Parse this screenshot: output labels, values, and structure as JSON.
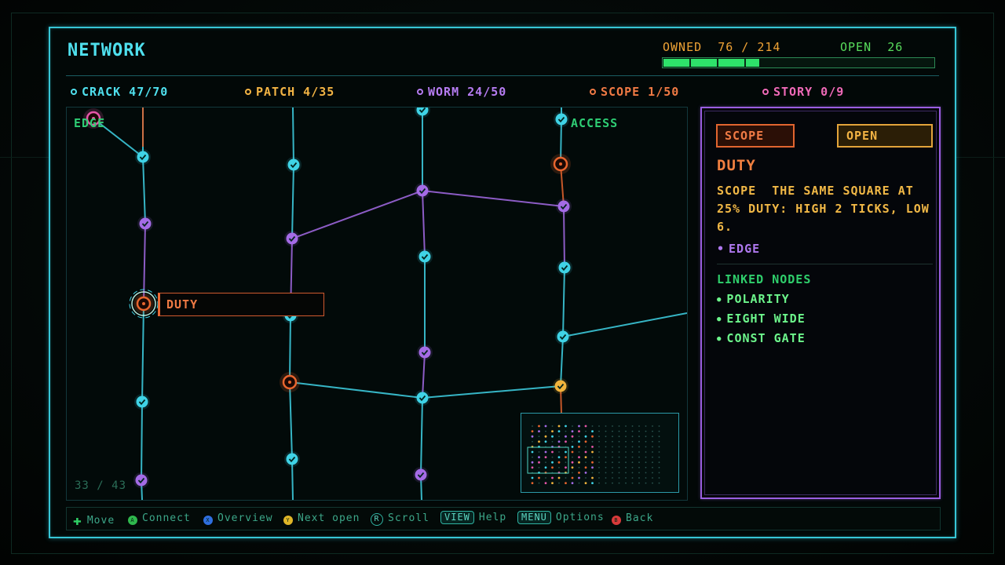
{
  "header": {
    "title": "NETWORK",
    "owned_label": "OWNED",
    "owned_value": "76 / 214",
    "owned_count": 76,
    "owned_total": 214,
    "open_label": "OPEN",
    "open_value": "26"
  },
  "categories": [
    {
      "label": "CRACK 47/70",
      "color": "#4fe0ee"
    },
    {
      "label": "PATCH 4/35",
      "color": "#f3b444"
    },
    {
      "label": "WORM 24/50",
      "color": "#b67cf2"
    },
    {
      "label": "SCOPE 1/50",
      "color": "#f07a44"
    },
    {
      "label": "STORY 0/9",
      "color": "#f06ab8"
    }
  ],
  "map": {
    "labels": {
      "edge": "EDGE",
      "access": "ACCESS"
    },
    "page_count": "33 / 43",
    "tooltip": "DUTY"
  },
  "detail": {
    "type_button": "SCOPE",
    "status_button": "OPEN",
    "node_name": "DUTY",
    "description": "SCOPE  THE SAME SQUARE AT 25% DUTY: HIGH 2 TICKS, LOW 6.",
    "tag": "EDGE",
    "linked_title": "LINKED NODES",
    "linked_nodes": [
      "POLARITY",
      "EIGHT WIDE",
      "CONST GATE"
    ]
  },
  "footer": {
    "move": "Move",
    "connect": "Connect",
    "overview": "Overview",
    "next_open": "Next open",
    "scroll_key": "R",
    "scroll": "Scroll",
    "view_key": "VIEW",
    "help": "Help",
    "menu_key": "MENU",
    "options": "Options",
    "back": "Back"
  },
  "colors": {
    "cyan": "#3fd3e6",
    "purple": "#a46be6",
    "orange": "#e8652e",
    "yellow": "#f0b33c",
    "pink": "#e556a8",
    "green": "#2ee26a"
  }
}
